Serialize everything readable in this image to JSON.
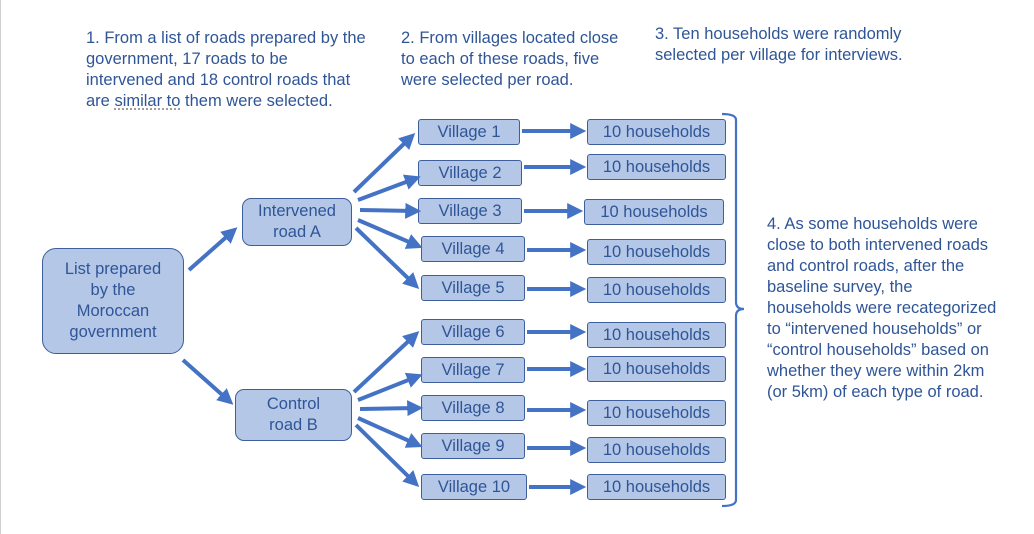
{
  "steps": {
    "step1_lines": [
      "1. From a list of roads prepared by the",
      "government, 17 roads to be",
      "intervened and 18 control roads that"
    ],
    "step1_last_prefix": "are ",
    "step1_last_underlined": "similar to",
    "step1_last_suffix": " them were selected.",
    "step2_lines": [
      "2. From villages located close",
      "to each of these roads, five",
      "were selected per road."
    ],
    "step3_lines": [
      "3. Ten households were randomly",
      "selected per village for interviews."
    ],
    "step4_lines": [
      "4. As some households were",
      "close to both intervened roads",
      "and control roads, after the",
      "baseline survey, the",
      "households were recategorized",
      "to “intervened households” or",
      "“control households” based on",
      "whether they were within 2km",
      "(or 5km) of each type of road."
    ]
  },
  "root": {
    "lines": [
      "List prepared",
      "by the",
      "Moroccan",
      "government"
    ]
  },
  "roads": [
    {
      "lines": [
        "Intervened",
        "road A"
      ]
    },
    {
      "lines": [
        "Control",
        "road B"
      ]
    }
  ],
  "villages": [
    "Village 1",
    "Village 2",
    "Village 3",
    "Village 4",
    "Village 5",
    "Village 6",
    "Village 7",
    "Village 8",
    "Village 9",
    "Village 10"
  ],
  "households": [
    "10 households",
    "10 households",
    "10 households",
    "10 households",
    "10 households",
    "10 households",
    "10 households",
    "10 households",
    "10 households",
    "10 households"
  ],
  "colors": {
    "text": "#2F5597",
    "box_fill": "#B4C7E7",
    "box_border": "#3E5F9B",
    "arrow": "#4472C4"
  }
}
